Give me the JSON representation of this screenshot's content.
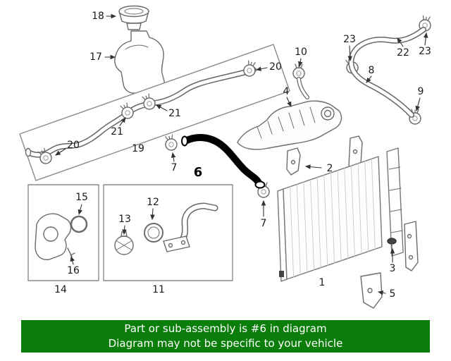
{
  "banner": {
    "line1": "Part or sub-assembly is #6 in diagram",
    "line2": "Diagram may not be specific to your vehicle",
    "background": "#0a7d0a",
    "text_color": "#ffffff"
  },
  "highlight": {
    "part": "6",
    "color": "#000000"
  },
  "callouts": {
    "c18": "18",
    "c17": "17",
    "c20_top": "20",
    "c23_a": "23",
    "c22": "22",
    "c23_b": "23",
    "c10": "10",
    "c8": "8",
    "c9": "9",
    "c4": "4",
    "c21_a": "21",
    "c21_b": "21",
    "c19": "19",
    "c20_b": "20",
    "c7_a": "7",
    "c6": "6",
    "c2": "2",
    "c7_b": "7",
    "c1": "1",
    "c3": "3",
    "c5": "5",
    "c15": "15",
    "c16": "16",
    "c14": "14",
    "c12": "12",
    "c13": "13",
    "c11": "11"
  }
}
